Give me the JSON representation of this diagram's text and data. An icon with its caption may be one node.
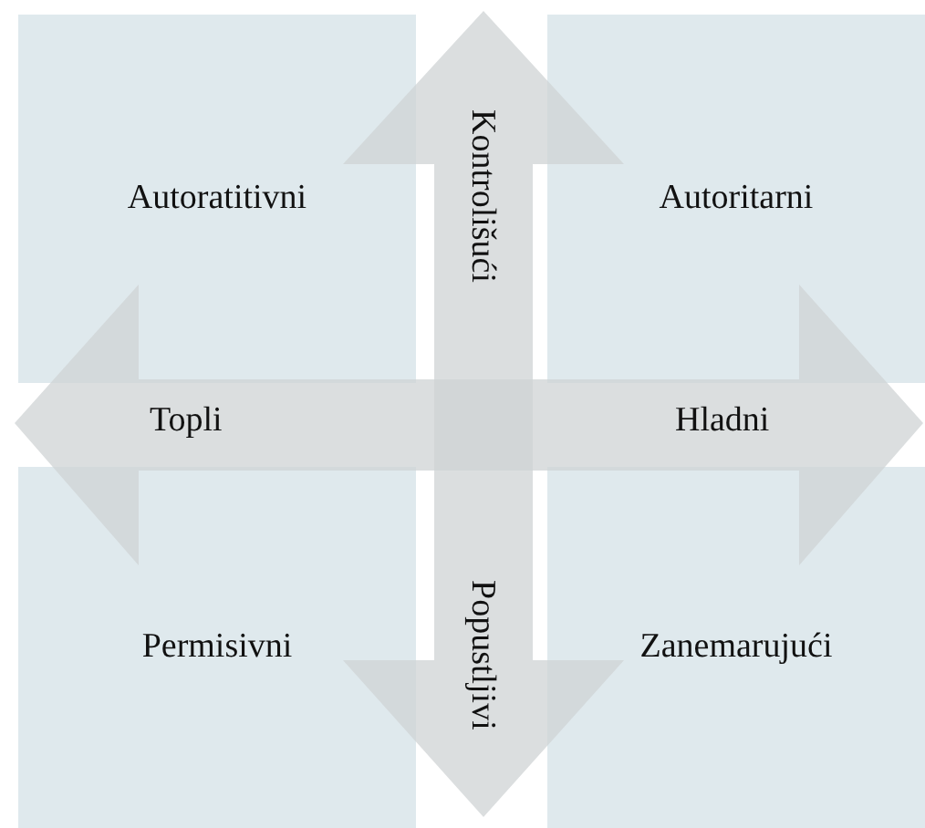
{
  "diagram": {
    "nodes": [
      {
        "text": [
          "Autoratitivni"
        ]
      },
      {
        "text": [
          "Autoritarni"
        ]
      },
      {
        "text": [
          "Permisivni"
        ]
      },
      {
        "text": [
          "Zanemarujući"
        ]
      }
    ],
    "labels": [
      "Kontrolišući",
      "Topli",
      "Hladni",
      "Popustljivi"
    ]
  }
}
